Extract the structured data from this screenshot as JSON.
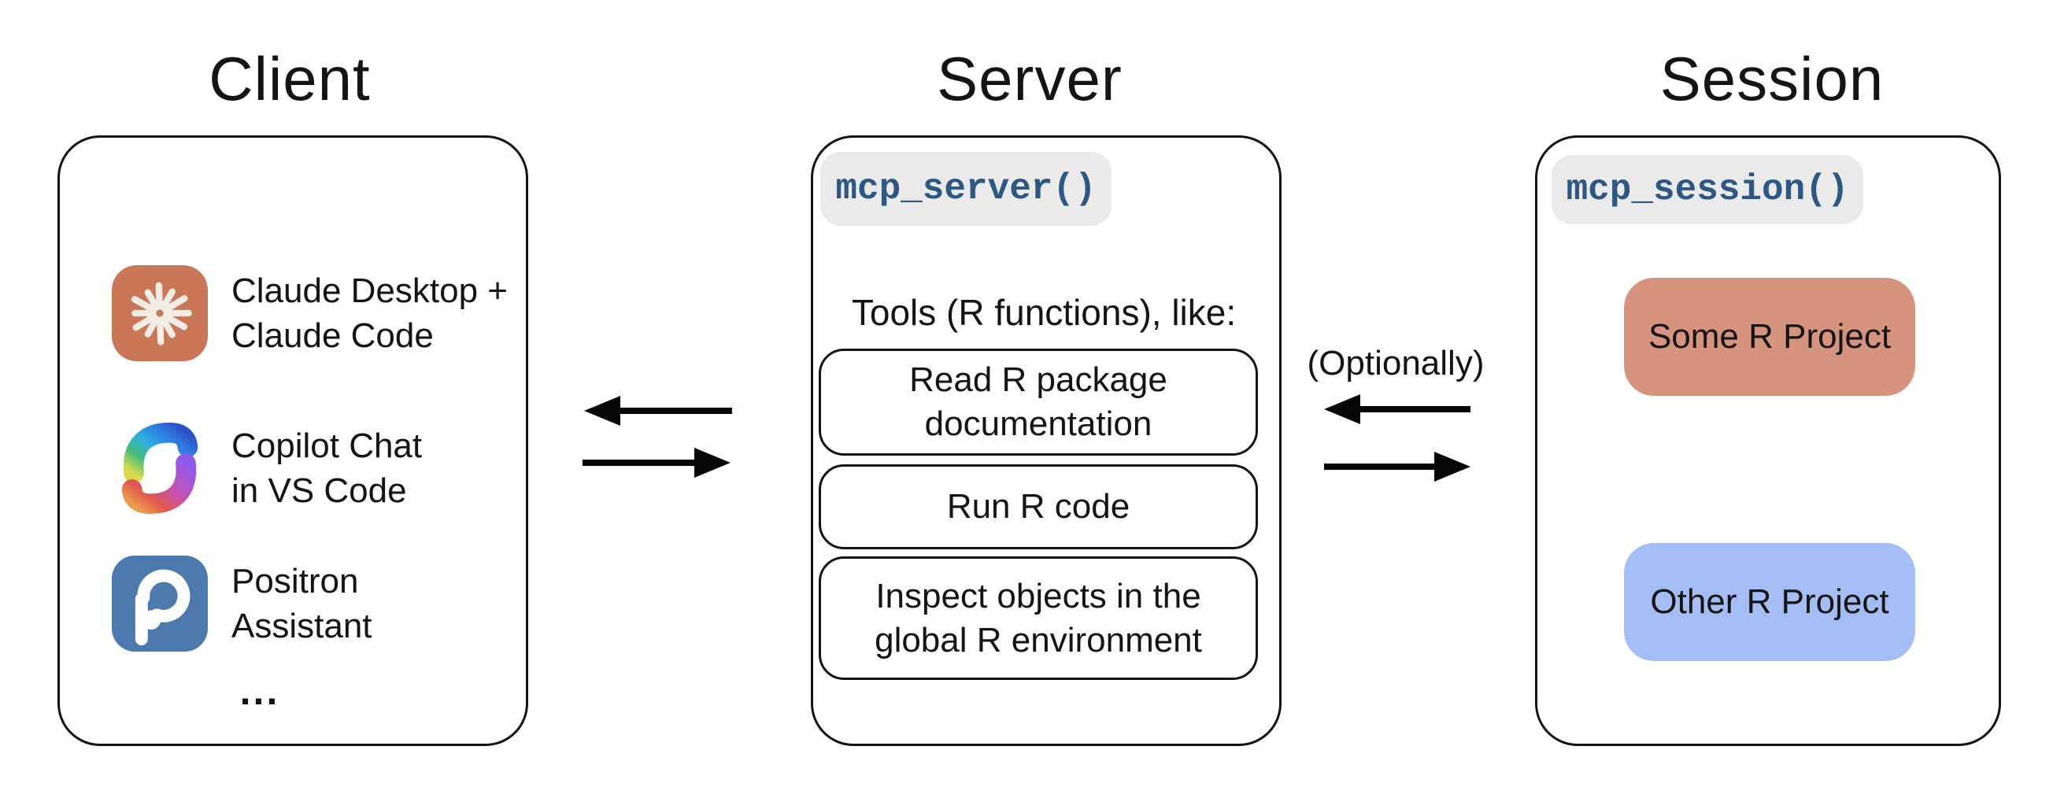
{
  "page": {
    "background": "#FFFFFF"
  },
  "columns": {
    "client": {
      "title": "Client",
      "items": [
        {
          "icon": "claude-logo-icon",
          "line1": "Claude Desktop +",
          "line2": "Claude Code"
        },
        {
          "icon": "copilot-logo-icon",
          "line1": "Copilot Chat",
          "line2": "in VS Code"
        },
        {
          "icon": "positron-logo-icon",
          "line1": "Positron",
          "line2": "Assistant"
        }
      ],
      "more_indicator": "..."
    },
    "server": {
      "title": "Server",
      "code_chip": "mcp_server()",
      "tools_heading": "Tools (R functions), like:",
      "tools": [
        {
          "line1": "Read R package",
          "line2": "documentation"
        },
        {
          "line1": "Run R code",
          "line2": ""
        },
        {
          "line1": "Inspect objects in the",
          "line2": "global R environment"
        }
      ]
    },
    "session": {
      "title": "Session",
      "code_chip": "mcp_session()",
      "projects": [
        {
          "label": "Some R Project",
          "fill": "#D6937D"
        },
        {
          "label": "Other R Project",
          "fill": "#A4BEF5"
        }
      ]
    }
  },
  "arrows": {
    "optionally_label": "(Optionally)",
    "client_server": [
      "server-to-client",
      "client-to-server"
    ],
    "server_session": [
      "session-to-server",
      "server-to-session"
    ]
  },
  "colors": {
    "outline": "#141414",
    "code_text": "#2D5884",
    "code_chip_bg": "#EAEAEA",
    "claude_brand": "#C97757",
    "claude_star": "#F2EDE4",
    "positron_brand": "#4C7AAF",
    "some_project_fill": "#D6937D",
    "other_project_fill": "#A4BEF5"
  }
}
